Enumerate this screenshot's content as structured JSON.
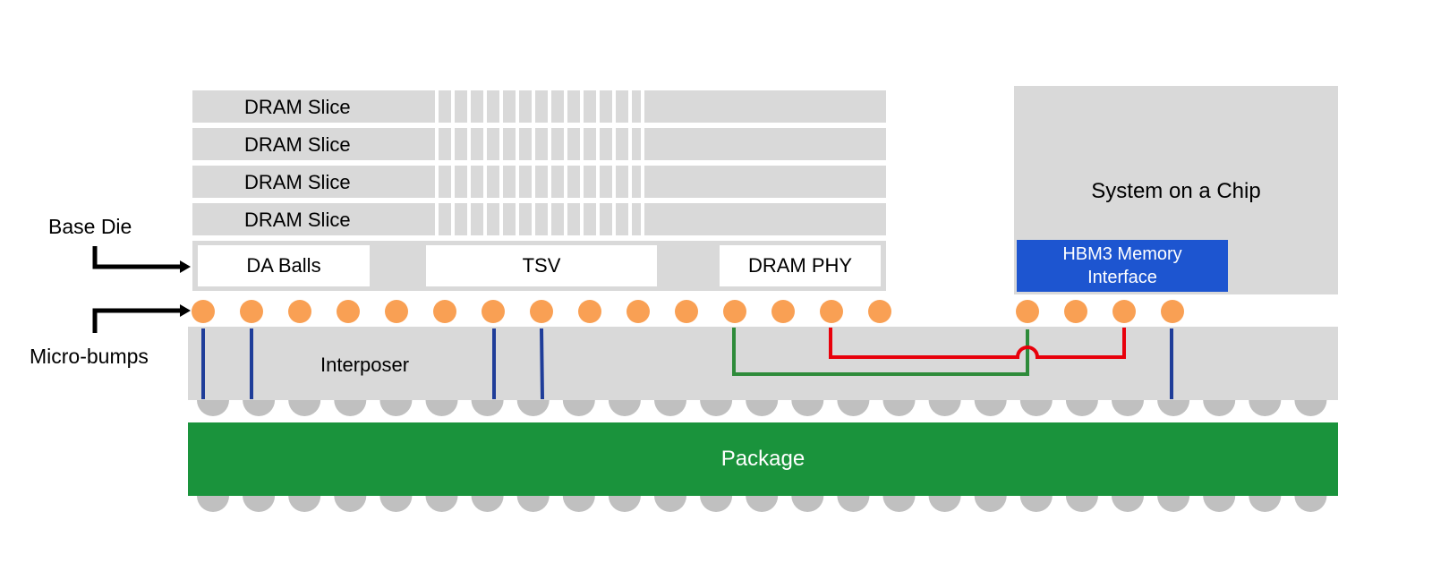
{
  "dram_slices": [
    "DRAM Slice",
    "DRAM Slice",
    "DRAM Slice",
    "DRAM Slice"
  ],
  "base_die": {
    "callout": "Base Die",
    "blocks": [
      "DA Balls",
      "TSV",
      "DRAM PHY"
    ]
  },
  "micro_bumps": {
    "callout": "Micro-bumps"
  },
  "interposer": {
    "label": "Interposer"
  },
  "package": {
    "label": "Package"
  },
  "soc": {
    "label": "System on a Chip"
  },
  "hbm3": {
    "label_line1": "HBM3 Memory",
    "label_line2": "Interface"
  },
  "colors": {
    "die_gray": "#d9d9d9",
    "bump_orange": "#f9a054",
    "ball_gray": "#c0c0c0",
    "package_green": "#1a933c",
    "hbm3_blue": "#1d55d0",
    "vertical_trace_blue": "#1f3d99",
    "green_trace": "#2e8b3a",
    "red_trace": "#e8000b",
    "arrow": "#000000"
  }
}
